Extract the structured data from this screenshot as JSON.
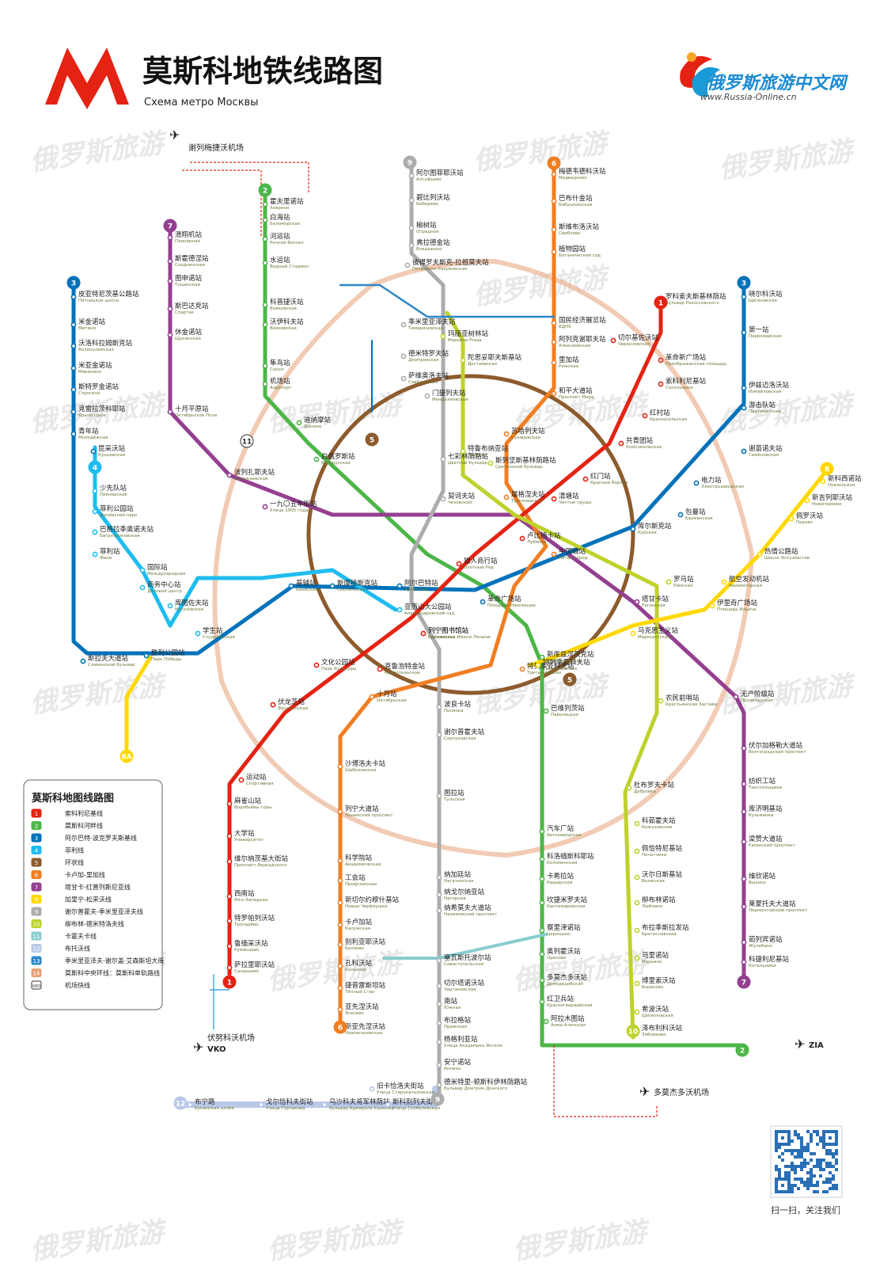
{
  "header": {
    "title": "莫斯科地铁线路图",
    "subtitle": "Схема метро Москвы",
    "logo_letter": "M",
    "brand_cn": "俄罗斯旅游中文网",
    "brand_url": "www.Russia-Online.cn"
  },
  "colors": {
    "l1": "#e42313",
    "l2": "#4cb648",
    "l3": "#0072ba",
    "l4": "#1ebcef",
    "l5": "#8d5b2d",
    "l6": "#f07e22",
    "l7": "#943f90",
    "l8": "#ffd803",
    "l9": "#adacac",
    "l10": "#bed12c",
    "l11": "#88cdcf",
    "l12": "#bac8e8",
    "l14": "#e8a177",
    "l13": "#2c87c8"
  },
  "legend": {
    "title": "莫斯科地图线路图",
    "items": [
      {
        "num": "1",
        "color": "#e42313",
        "label": "索科利尼基线"
      },
      {
        "num": "2",
        "color": "#4cb648",
        "label": "莫斯科河畔线"
      },
      {
        "num": "3",
        "color": "#0072ba",
        "label": "阿尔巴特-波克罗夫斯基线"
      },
      {
        "num": "4",
        "color": "#1ebcef",
        "label": "菲利线"
      },
      {
        "num": "5",
        "color": "#8d5b2d",
        "label": "环状线"
      },
      {
        "num": "6",
        "color": "#f07e22",
        "label": "卡卢加-里加线"
      },
      {
        "num": "7",
        "color": "#943f90",
        "label": "塔甘卡-红普列斯尼亚线"
      },
      {
        "num": "8",
        "color": "#ffd803",
        "label": "加里宁-松采沃线"
      },
      {
        "num": "9",
        "color": "#adacac",
        "label": "谢尔普霍夫-季米里亚泽夫线"
      },
      {
        "num": "10",
        "color": "#bed12c",
        "label": "柳布林-德米特洛夫线"
      },
      {
        "num": "11",
        "color": "#88cdcf",
        "label": "卡霍夫卡线"
      },
      {
        "num": "12",
        "color": "#bac8e8",
        "label": "布托沃线"
      },
      {
        "num": "13",
        "color": "#2c87c8",
        "label": "季米里亚泽夫-谢尔盖·艾森斯坦大街"
      },
      {
        "num": "14",
        "color": "#e8a177",
        "label": "莫斯科中央环线：莫斯科单轨路线"
      },
      {
        "num": "VKO",
        "color": "#ffffff",
        "label": "机场快线"
      }
    ]
  },
  "airports": {
    "svo": "谢列梅捷沃机场",
    "vko_cn": "伏努科沃机场",
    "vko": "VKO",
    "dme": "多莫杰多沃机场",
    "zia": "ZIA"
  },
  "stations": {
    "l2": [
      {
        "cn": "霍夫里诺站",
        "ru": "Ховрино"
      },
      {
        "cn": "白海站",
        "ru": "Беломорская"
      },
      {
        "cn": "河运站",
        "ru": "Речной Вокзал"
      },
      {
        "cn": "水运站",
        "ru": "Водный Стадион"
      },
      {
        "cn": "科普捷沃站",
        "ru": "Войковская"
      },
      {
        "cn": "沃伊科夫站",
        "ru": "Войковская"
      },
      {
        "cn": "隼鸟站",
        "ru": "Сокол"
      },
      {
        "cn": "机场站",
        "ru": "Аэропорт"
      },
      {
        "cn": "迪纳摩站",
        "ru": "Динамо"
      },
      {
        "cn": "白俄罗斯站",
        "ru": "Белорусская"
      }
    ],
    "l7": [
      {
        "cn": "滑翔机站",
        "ru": "Планерная"
      },
      {
        "cn": "斯霍德涅站",
        "ru": "Сходненская"
      },
      {
        "cn": "图申诺站",
        "ru": "Тушинская"
      },
      {
        "cn": "斯巴达克站",
        "ru": "Спартак"
      },
      {
        "cn": "休金诺站",
        "ru": "Щукинская"
      },
      {
        "cn": "十月平原站",
        "ru": "Октябрьское Поле"
      },
      {
        "cn": "波列扎耶夫站",
        "ru": "Полежаевская"
      },
      {
        "cn": "一九〇五年街站",
        "ru": "Улица 1905 года"
      }
    ],
    "l3": [
      {
        "cn": "皮亚特尼茨基公路站",
        "ru": "Пятницкое шоссе"
      },
      {
        "cn": "米金诺站",
        "ru": "Митино"
      },
      {
        "cn": "沃洛科拉姆斯克站",
        "ru": "Волоколамская"
      },
      {
        "cn": "米亚金诺站",
        "ru": "Мякинино"
      },
      {
        "cn": "斯特罗金诺站",
        "ru": "Строгино"
      },
      {
        "cn": "克雷拉茨科耶站",
        "ru": "Крылатское"
      },
      {
        "cn": "青年站",
        "ru": "Молодёжная"
      },
      {
        "cn": "昆采沃站",
        "ru": "Кунцевская"
      },
      {
        "cn": "斯拉夫大道站",
        "ru": "Славянский бульвар"
      },
      {
        "cn": "胜利公园站",
        "ru": "Парк Победы"
      },
      {
        "cn": "基辅站",
        "ru": "Киевская"
      },
      {
        "cn": "斯摩棱斯克站",
        "ru": "Смоленская"
      },
      {
        "cn": "阿尔巴特站",
        "ru": "Арбатская"
      },
      {
        "cn": "革命广场站",
        "ru": "Площадь Революции"
      },
      {
        "cn": "库尔斯克站",
        "ru": "Курская"
      },
      {
        "cn": "包曼站",
        "ru": "Бауманская"
      },
      {
        "cn": "电力站",
        "ru": "Электрозаводская"
      },
      {
        "cn": "谢苗诺夫站",
        "ru": "Семёновская"
      },
      {
        "cn": "游击队站",
        "ru": "Партизанская"
      },
      {
        "cn": "伊兹迈洛沃站",
        "ru": "Измайловская"
      },
      {
        "cn": "第一站",
        "ru": "Первомайская"
      },
      {
        "cn": "晓尔科沃站",
        "ru": "Щёлковская"
      }
    ],
    "l9": [
      {
        "cn": "阿尔图菲耶沃站",
        "ru": "Алтуфьево"
      },
      {
        "cn": "碧比列沃站",
        "ru": "Бибирево"
      },
      {
        "cn": "榆树站",
        "ru": "Отрадное"
      },
      {
        "cn": "弗拉德金站",
        "ru": "Владыкино"
      },
      {
        "cn": "彼得罗夫斯克-拉祖莫夫站",
        "ru": "Петровско-Разумовская"
      },
      {
        "cn": "季米里亚泽夫站",
        "ru": "Тимирязевская"
      },
      {
        "cn": "德米特罗夫站",
        "ru": "Дмитровская"
      },
      {
        "cn": "萨维奥洛夫站",
        "ru": "Савёловская"
      },
      {
        "cn": "门捷列夫站",
        "ru": "Менделеевская"
      },
      {
        "cn": "七彩林荫路站",
        "ru": "Цветной бульвар"
      },
      {
        "cn": "契诃夫站",
        "ru": "Чеховская"
      },
      {
        "cn": "列宁图书馆站",
        "ru": "Боровицкая"
      },
      {
        "cn": "波良卡站",
        "ru": "Полянка"
      },
      {
        "cn": "谢尔普霍夫站",
        "ru": "Серпуховская"
      },
      {
        "cn": "图拉站",
        "ru": "Тульская"
      },
      {
        "cn": "纳加廷站",
        "ru": "Нагатинская"
      },
      {
        "cn": "纳戈尔纳亚站",
        "ru": "Нагорная"
      },
      {
        "cn": "纳希莫夫大道站",
        "ru": "Нахимовский проспект"
      },
      {
        "cn": "塞瓦斯托波尔站",
        "ru": "Севастопольская"
      },
      {
        "cn": "切尔塔诺沃站",
        "ru": "Чертановская"
      },
      {
        "cn": "南站",
        "ru": "Южная"
      },
      {
        "cn": "布拉格站",
        "ru": "Пражская"
      },
      {
        "cn": "杨格利亚站",
        "ru": "Улица Академика Янгеля"
      },
      {
        "cn": "安宁诺站",
        "ru": "Аннино"
      },
      {
        "cn": "德米特里-顿斯科伊林荫路站",
        "ru": "Бульвар Дмитрия Донского"
      }
    ],
    "l6": [
      {
        "cn": "梅德韦德科沃站",
        "ru": "Медведково"
      },
      {
        "cn": "巴布什金站",
        "ru": "Бабушкинская"
      },
      {
        "cn": "斯维布洛沃站",
        "ru": "Свиблово"
      },
      {
        "cn": "植物园站",
        "ru": "Ботанический сад"
      },
      {
        "cn": "国民经济展览站",
        "ru": "ВДНХ"
      },
      {
        "cn": "阿列克谢耶夫站",
        "ru": "Алексеевская"
      },
      {
        "cn": "里加站",
        "ru": "Рижская"
      },
      {
        "cn": "和平大道站",
        "ru": "Проспект Мира"
      },
      {
        "cn": "苏哈列夫站",
        "ru": "Сухаревская"
      },
      {
        "cn": "屠格涅夫站",
        "ru": "Тургеневская"
      },
      {
        "cn": "中国城站",
        "ru": "Китай-город"
      },
      {
        "cn": "特列季亚科夫站",
        "ru": "Третьяковская"
      },
      {
        "cn": "十月站",
        "ru": "Октябрьская"
      },
      {
        "cn": "沙博洛夫卡站",
        "ru": "Шаболовская"
      },
      {
        "cn": "列宁大道站",
        "ru": "Ленинский проспект"
      },
      {
        "cn": "科学院站",
        "ru": "Академическая"
      },
      {
        "cn": "工会站",
        "ru": "Профсоюзная"
      },
      {
        "cn": "新切尔约穆什基站",
        "ru": "Новые Черёмушки"
      },
      {
        "cn": "卡卢加站",
        "ru": "Калужская"
      },
      {
        "cn": "别利亚耶沃站",
        "ru": "Беляево"
      },
      {
        "cn": "孔科沃站",
        "ru": "Коньково"
      },
      {
        "cn": "捷普雷斯坦站",
        "ru": "Тёплый Стан"
      },
      {
        "cn": "亚先涅沃站",
        "ru": "Ясенево"
      },
      {
        "cn": "新亚先涅沃站",
        "ru": "Новоясеневская"
      }
    ],
    "l1": [
      {
        "cn": "罗科索夫斯基林荫站",
        "ru": "Бульвар Рокоссовского"
      },
      {
        "cn": "切尔基佐沃站",
        "ru": "Черкизовская"
      },
      {
        "cn": "革命新广场站",
        "ru": "Преображенская площадь"
      },
      {
        "cn": "索科利尼基站",
        "ru": "Сокольники"
      },
      {
        "cn": "红村站",
        "ru": "Красносельская"
      },
      {
        "cn": "共青团站",
        "ru": "Комсомольская"
      },
      {
        "cn": "红门站",
        "ru": "Красные Ворота"
      },
      {
        "cn": "清塘站",
        "ru": "Чистые пруды"
      },
      {
        "cn": "卢比扬卡站",
        "ru": "Лубянка"
      },
      {
        "cn": "猎人商行站",
        "ru": "Охотный Ряд"
      },
      {
        "cn": "列宁图书馆站",
        "ru": "Библиотека Имени Ленина"
      },
      {
        "cn": "克鲁泡特金站",
        "ru": "Кропоткинская"
      },
      {
        "cn": "文化公园站",
        "ru": "Парк Культуры"
      },
      {
        "cn": "伏龙芝站",
        "ru": "Фрунзенская"
      },
      {
        "cn": "运动站",
        "ru": "Спортивная"
      },
      {
        "cn": "麻雀山站",
        "ru": "Воробьёвы горы"
      },
      {
        "cn": "大学站",
        "ru": "Университет"
      },
      {
        "cn": "维尔纳茨基大街站",
        "ru": "Проспект Вернадского"
      },
      {
        "cn": "西南站",
        "ru": "Юго-Западная"
      },
      {
        "cn": "特罗帕列沃站",
        "ru": "Тропарёво"
      },
      {
        "cn": "鲁缅采沃站",
        "ru": "Румянцево"
      },
      {
        "cn": "萨拉里耶沃站",
        "ru": "Саларьево"
      }
    ],
    "l10": [
      {
        "cn": "玛丽亚树林站",
        "ru": "Марьина Роща"
      },
      {
        "cn": "陀思妥耶夫斯基站",
        "ru": "Достоевская"
      },
      {
        "cn": "特鲁布纳亚站",
        "ru": "Трубная"
      },
      {
        "cn": "斯列坚斯基林荫路站",
        "ru": "Сретенский бульвар"
      },
      {
        "cn": "罗马站",
        "ru": "Римская"
      },
      {
        "cn": "农民前哨站",
        "ru": "Крестьянская Застава"
      },
      {
        "cn": "杜布罗夫卡站",
        "ru": "Дубровка"
      },
      {
        "cn": "科茹霍夫站",
        "ru": "Кожуховская"
      },
      {
        "cn": "佩恰特尼基站",
        "ru": "Печатники"
      },
      {
        "cn": "沃尔日斯基站",
        "ru": "Волжская"
      },
      {
        "cn": "柳布林诺站",
        "ru": "Люблино"
      },
      {
        "cn": "布拉季斯拉发站",
        "ru": "Братиславская"
      },
      {
        "cn": "马里诺站",
        "ru": "Марьино"
      },
      {
        "cn": "博里索沃站",
        "ru": "Борисово"
      },
      {
        "cn": "希波沃站",
        "ru": "Шипиловская"
      },
      {
        "cn": "泽布利科沃站",
        "ru": "Зябликово"
      }
    ],
    "l8": [
      {
        "cn": "新科西诺站",
        "ru": "Новокосино"
      },
      {
        "cn": "新吉列耶沃站",
        "ru": "Новогиреево"
      },
      {
        "cn": "佩罗沃站",
        "ru": "Перово"
      },
      {
        "cn": "热情公路站",
        "ru": "Шоссе Энтузиастов"
      },
      {
        "cn": "航空发动机站",
        "ru": "Авиамоторная"
      },
      {
        "cn": "伊里奇广场站",
        "ru": "Площадь Ильича"
      },
      {
        "cn": "马克思主义站",
        "ru": "Марксистская"
      },
      {
        "cn": "特列季亚科夫站",
        "ru": "Третьяковская"
      }
    ],
    "l2s": [
      {
        "cn": "新库兹涅茨克站",
        "ru": "Новокузнецкая"
      },
      {
        "cn": "巴维列茨站",
        "ru": "Павелецкая"
      },
      {
        "cn": "汽车厂站",
        "ru": "Автозаводская"
      },
      {
        "cn": "科洛缅斯科耶站",
        "ru": "Коломенская"
      },
      {
        "cn": "卡希拉站",
        "ru": "Каширская"
      },
      {
        "cn": "坎捷米罗夫站",
        "ru": "Кантемировская"
      },
      {
        "cn": "察里津诺站",
        "ru": "Царицыно"
      },
      {
        "cn": "奥列霍沃站",
        "ru": "Орехово"
      },
      {
        "cn": "多莫杰多沃站",
        "ru": "Домодедовская"
      },
      {
        "cn": "红卫兵站",
        "ru": "Красногвардейская"
      },
      {
        "cn": "阿拉木图站",
        "ru": "Алма-Атинская"
      }
    ],
    "l12": [
      {
        "cn": "布宁路",
        "ru": "Бунинская аллея"
      },
      {
        "cn": "戈尔恰科夫街站",
        "ru": "Улица Горчакова"
      },
      {
        "cn": "乌沙科夫将军林荫站",
        "ru": "Бульвар Адмирала Ушакова"
      },
      {
        "cn": "斯科别列夫街站",
        "ru": "Улица Скобелевская"
      },
      {
        "cn": "旧卡恰洛夫街站",
        "ru": "Улица Старокачаловская"
      }
    ],
    "l4": [
      {
        "cn": "少先队站",
        "ru": "Пионерская"
      },
      {
        "cn": "菲利公园站",
        "ru": "Филёвский парк"
      },
      {
        "cn": "巴格拉季奥诺夫站",
        "ru": "Багратионовская"
      },
      {
        "cn": "菲利站",
        "ru": "Фили"
      },
      {
        "cn": "国际站",
        "ru": "Международная"
      },
      {
        "cn": "商务中心站",
        "ru": "Деловой центр"
      },
      {
        "cn": "库图佐夫站",
        "ru": "Кутузовская"
      },
      {
        "cn": "学生站",
        "ru": "Студенческая"
      },
      {
        "cn": "亚历山大公园站",
        "ru": "Александровский сад"
      }
    ],
    "l7s": [
      {
        "cn": "塔甘卡站",
        "ru": "Таганская"
      },
      {
        "cn": "无产阶级站",
        "ru": "Пролетарская"
      },
      {
        "cn": "伏尔加格勒大道站",
        "ru": "Волгоградский проспект"
      },
      {
        "cn": "纺织工站",
        "ru": "Текстильщики"
      },
      {
        "cn": "库济明基站",
        "ru": "Кузьминки"
      },
      {
        "cn": "梁赞大道站",
        "ru": "Рязанский проспект"
      },
      {
        "cn": "维欣诺站",
        "ru": "Выхино"
      },
      {
        "cn": "莱蒙托夫大道站",
        "ru": "Лермонтовский проспект"
      },
      {
        "cn": "茹列宾诺站",
        "ru": "Жулебино"
      },
      {
        "cn": "科捷利尼基站",
        "ru": "Котельники"
      }
    ]
  }
}
